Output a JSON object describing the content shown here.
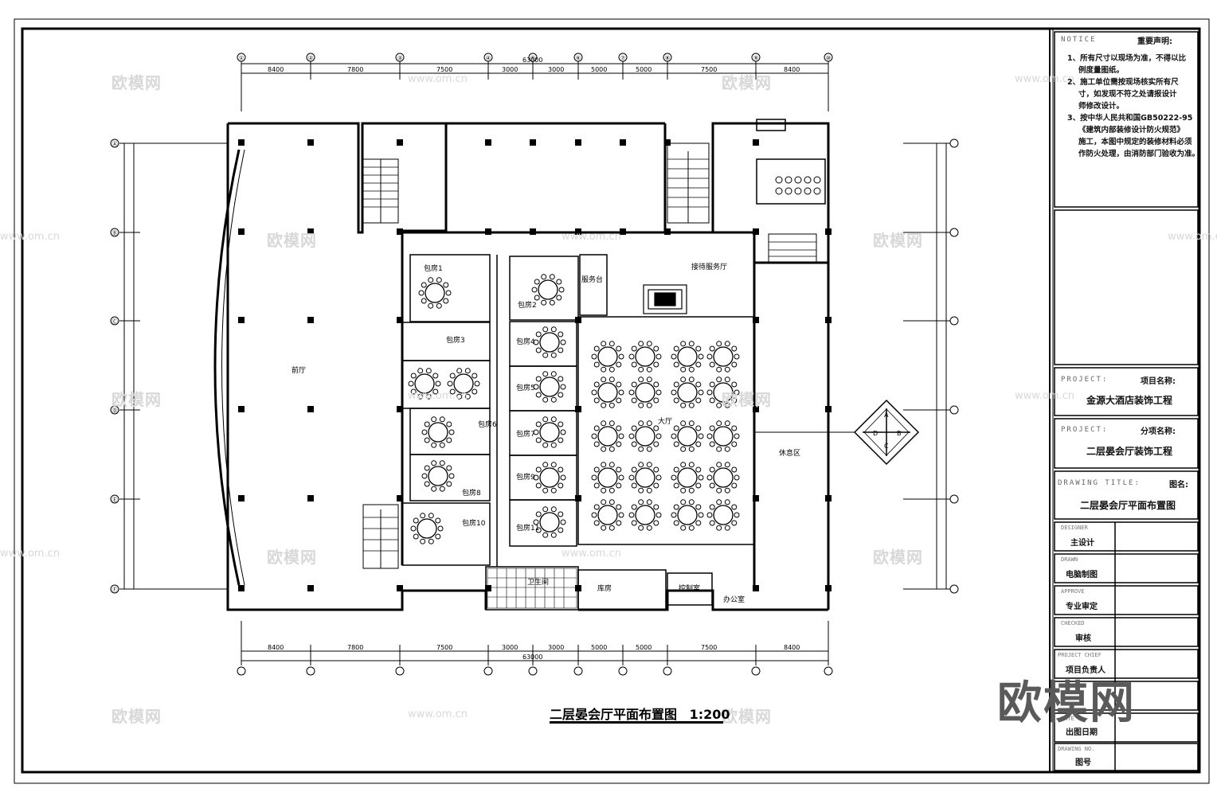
{
  "drawing": {
    "title": "二层晏会厅平面布置图",
    "scale": "1:200"
  },
  "notice": {
    "header_en": "NOTICE",
    "header_cn": "重要声明:",
    "items": [
      "1、所有尺寸以现场为准，不得以比",
      "例度量图纸。",
      "2、施工单位需按现场核实所有尺",
      "寸，如发现不符之处请报设计",
      "师修改设计。",
      "3、按中华人民共和国GB50222-95",
      "《建筑内部装修设计防火规范》",
      "施工，本图中规定的装修材料必须",
      "作防火处理，由消防部门验收为准。"
    ]
  },
  "title_block": {
    "project_label_en": "PROJECT:",
    "project_label_cn": "项目名称:",
    "project_value": "金源大酒店装饰工程",
    "subproject_label_en": "PROJECT:",
    "subproject_label_cn": "分项名称:",
    "subproject_value": "二层晏会厅装饰工程",
    "drawing_title_label_en": "DRAWING TITLE:",
    "drawing_title_label_cn": "图名:",
    "drawing_title_value": "二层晏会厅平面布置图",
    "sign_rows": [
      {
        "en": "DESIGNER",
        "cn": "主设计"
      },
      {
        "en": "DRAWN",
        "cn": "电脑制图"
      },
      {
        "en": "APPROVE",
        "cn": "专业审定"
      },
      {
        "en": "CHECKED",
        "cn": "审核"
      },
      {
        "en": "PROJECT CHIEF",
        "cn": "项目负责人"
      },
      {
        "en": "DATE",
        "cn": "出图日期"
      },
      {
        "en": "DRAWING NO.",
        "cn": "图号"
      }
    ]
  },
  "grid_axes": {
    "top": [
      "①",
      "②",
      "③",
      "④",
      "⑤",
      "⑥",
      "⑦",
      "⑧",
      "⑨",
      "⑩"
    ],
    "left": [
      "Ⓐ",
      "Ⓑ",
      "Ⓒ",
      "Ⓓ",
      "Ⓔ",
      "Ⓕ"
    ],
    "dim_top": [
      "8400",
      "7800",
      "7500",
      "3000",
      "3000",
      "5000",
      "5000",
      "7500",
      "8400"
    ],
    "dim_total": "63000"
  },
  "rooms": {
    "hall": "大厅",
    "front_hall": "前厅",
    "lobby": "休息区",
    "reception": "接待服务厅",
    "kitchen_pass": "服务台",
    "private": [
      "包房1",
      "包房2",
      "包房3",
      "包房4",
      "包房5",
      "包房6",
      "包房7",
      "包房8",
      "包房9",
      "包房10",
      "包房11"
    ],
    "storage": "库房",
    "control": "控制室",
    "office": "办公室",
    "washroom": "卫生间"
  },
  "watermarks": {
    "logo": "欧模网",
    "site": "www.om.cn",
    "big": "欧模网"
  }
}
